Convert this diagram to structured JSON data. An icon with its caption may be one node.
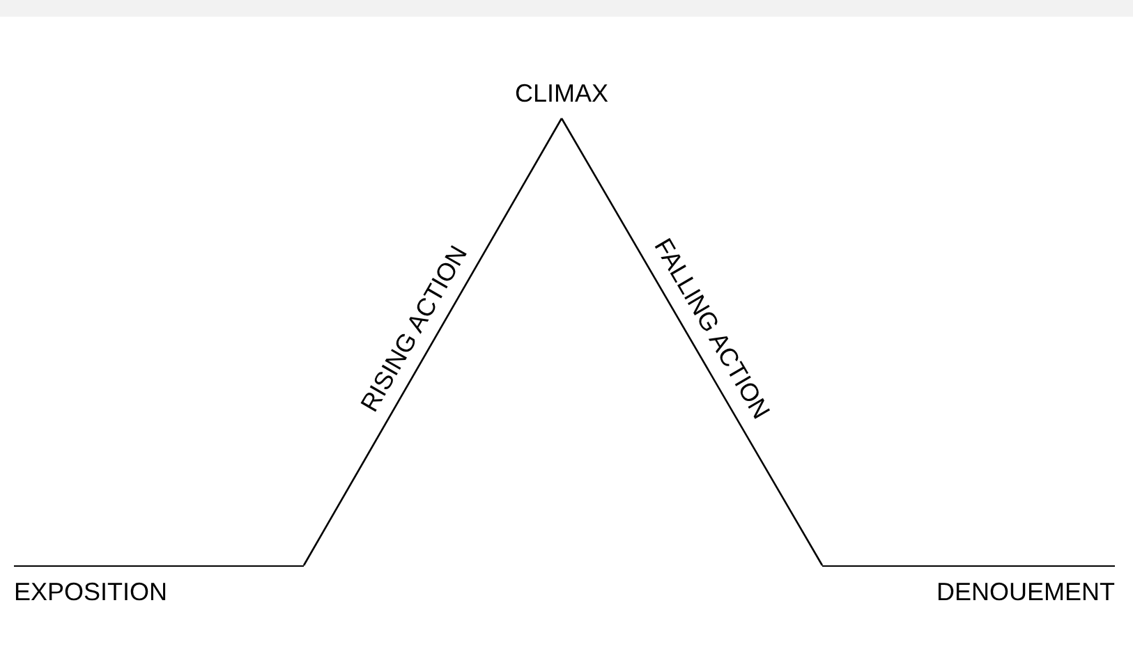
{
  "diagram": {
    "nodes": [
      {
        "text": [
          "EXPOSITION"
        ]
      },
      {
        "text": [
          "CLIMAX"
        ]
      },
      {
        "text": [
          "DENOUEMENT"
        ]
      }
    ],
    "edges": [
      {
        "from": 0,
        "to": 1,
        "arrow": "none",
        "label": "RISING ACTION"
      },
      {
        "from": 1,
        "to": 2,
        "arrow": "none",
        "label": "FALLING ACTION"
      }
    ]
  }
}
